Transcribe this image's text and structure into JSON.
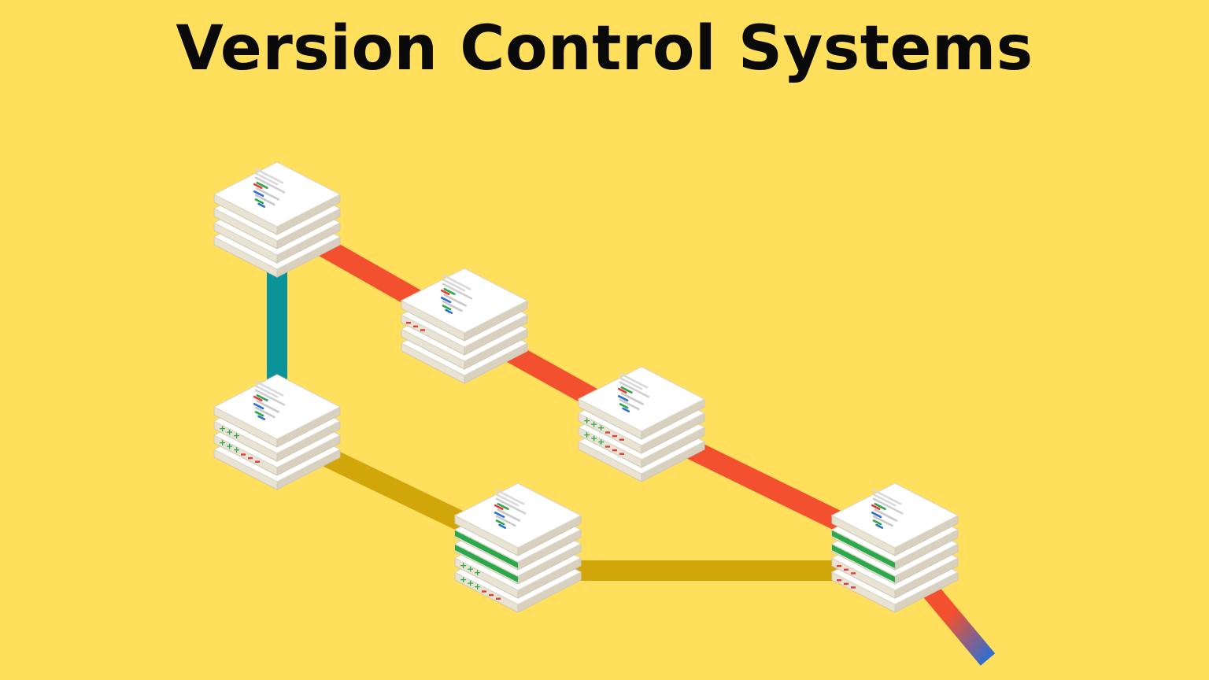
{
  "header": {
    "title": "Version Control Systems"
  },
  "colors": {
    "background": "#FFDF5C",
    "branch_main": "#F2502F",
    "branch_feature": "#0A9499",
    "branch_merge": "#D1A60A",
    "diff_added": "#2BA84A",
    "diff_removed": "#E5393A",
    "diff_changed": "#2F6FD1",
    "sheet": "#FFFFFF",
    "sheet_edge": "#D8D2C4"
  },
  "commits": [
    {
      "id": "c1",
      "sheets": 4,
      "marks": []
    },
    {
      "id": "c2",
      "sheets": 4,
      "marks": [
        "removed"
      ]
    },
    {
      "id": "c3",
      "sheets": 4,
      "marks": [
        "added",
        "added-removed"
      ]
    },
    {
      "id": "c4",
      "sheets": 4,
      "marks": [
        "added-removed",
        "added-removed"
      ]
    },
    {
      "id": "c5",
      "sheets": 5,
      "marks": [
        "added",
        "added",
        "added",
        "added-removed"
      ]
    },
    {
      "id": "c6",
      "sheets": 5,
      "marks": [
        "added",
        "added",
        "removed",
        "removed"
      ]
    }
  ],
  "branches": [
    {
      "id": "main",
      "color": "branch_main",
      "path": [
        "c1",
        "c2",
        "c4",
        "c6"
      ]
    },
    {
      "id": "feature",
      "color": "branch_feature",
      "path": [
        "c1",
        "c3",
        "c4"
      ]
    },
    {
      "id": "merge",
      "color": "branch_merge",
      "path": [
        "c3",
        "c5",
        "c6"
      ]
    }
  ]
}
